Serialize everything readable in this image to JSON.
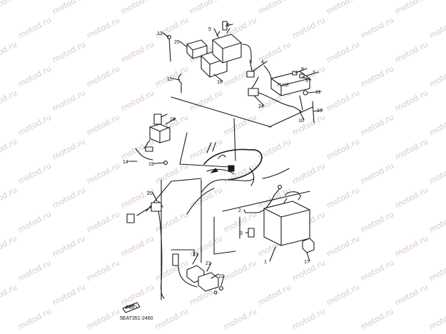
{
  "diagram": {
    "watermark": "motod.ru",
    "code": "5EAT351-2460",
    "fuse_text": "FUSE",
    "fwd_text": "FWD",
    "callouts": [
      "1",
      "2",
      "3",
      "4",
      "5",
      "6",
      "7",
      "8",
      "9",
      "10",
      "11",
      "12",
      "13",
      "14",
      "15",
      "16",
      "17",
      "18",
      "19",
      "20",
      "21",
      "22",
      "23",
      "24",
      "25"
    ]
  }
}
